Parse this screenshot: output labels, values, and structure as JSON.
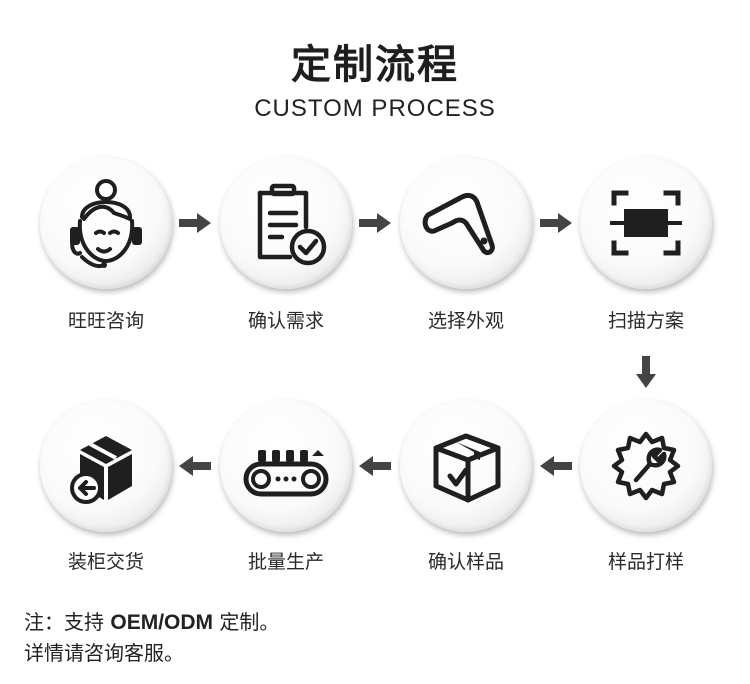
{
  "header": {
    "title": "定制流程",
    "subtitle": "CUSTOM PROCESS"
  },
  "steps": [
    {
      "label": "旺旺咨询",
      "icon": "customer-service-icon"
    },
    {
      "label": "确认需求",
      "icon": "checklist-icon"
    },
    {
      "label": "选择外观",
      "icon": "barcode-scanner-icon"
    },
    {
      "label": "扫描方案",
      "icon": "scan-frame-icon"
    },
    {
      "label": "样品打样",
      "icon": "gear-wrench-icon"
    },
    {
      "label": "确认样品",
      "icon": "box-check-icon"
    },
    {
      "label": "批量生产",
      "icon": "conveyor-belt-icon"
    },
    {
      "label": "装柜交货",
      "icon": "box-return-icon"
    }
  ],
  "footer": {
    "line1_prefix": "注：支持 ",
    "line1_bold": "OEM/ODM",
    "line1_suffix": " 定制。",
    "line2": "详情请咨询客服。"
  },
  "colors": {
    "icon": "#1f1f1f",
    "arrow": "#444444",
    "text": "#222222"
  }
}
